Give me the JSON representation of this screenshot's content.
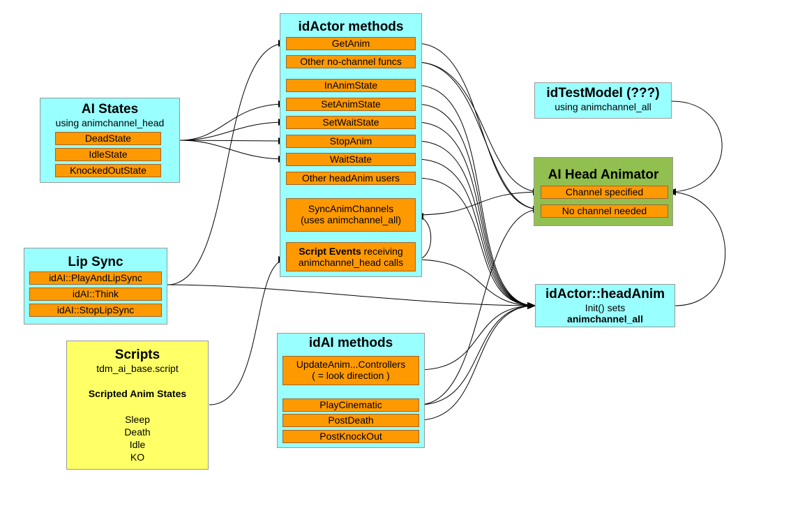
{
  "nodes": {
    "idactor_methods": {
      "title": "idActor methods",
      "items": [
        "GetAnim",
        "Other no-channel funcs",
        "InAnimState",
        "SetAnimState",
        "SetWaitState",
        "StopAnim",
        "WaitState",
        "Other headAnim users"
      ],
      "sync": [
        "SyncAnimChannels",
        "(uses animchannel_all)"
      ],
      "script_events": {
        "bold": "Script Events",
        "rest": " receiving",
        "line2": "animchannel_head calls"
      }
    },
    "ai_states": {
      "title": "AI States",
      "subtitle": "using animchannel_head",
      "items": [
        "DeadState",
        "IdleState",
        "KnockedOutState"
      ]
    },
    "lip_sync": {
      "title": "Lip Sync",
      "items": [
        "idAI::PlayAndLipSync",
        "idAI::Think",
        "idAI::StopLipSync"
      ]
    },
    "scripts": {
      "title": "Scripts",
      "subtitle": "tdm_ai_base.script",
      "section": "Scripted Anim States",
      "states": [
        "Sleep",
        "Death",
        "Idle",
        "KO"
      ]
    },
    "idai_methods": {
      "title": "idAI methods",
      "items": [
        "UpdateAnim...Controllers",
        "( = look direction )",
        "PlayCinematic",
        "PostDeath",
        "PostKnockOut"
      ]
    },
    "idtestmodel": {
      "title": "idTestModel (???)",
      "subtitle": "using animchannel_all"
    },
    "ai_head_animator": {
      "title": "AI Head Animator",
      "items": [
        "Channel specified",
        "No channel needed"
      ]
    },
    "headanim": {
      "title": "idActor::headAnim",
      "line1": "Init() sets",
      "line2": "animchannel_all"
    }
  },
  "colors": {
    "box_cyan": "#99ffff",
    "box_green": "#92c050",
    "box_yellow": "#ffff66",
    "item_orange": "#ff9900"
  }
}
